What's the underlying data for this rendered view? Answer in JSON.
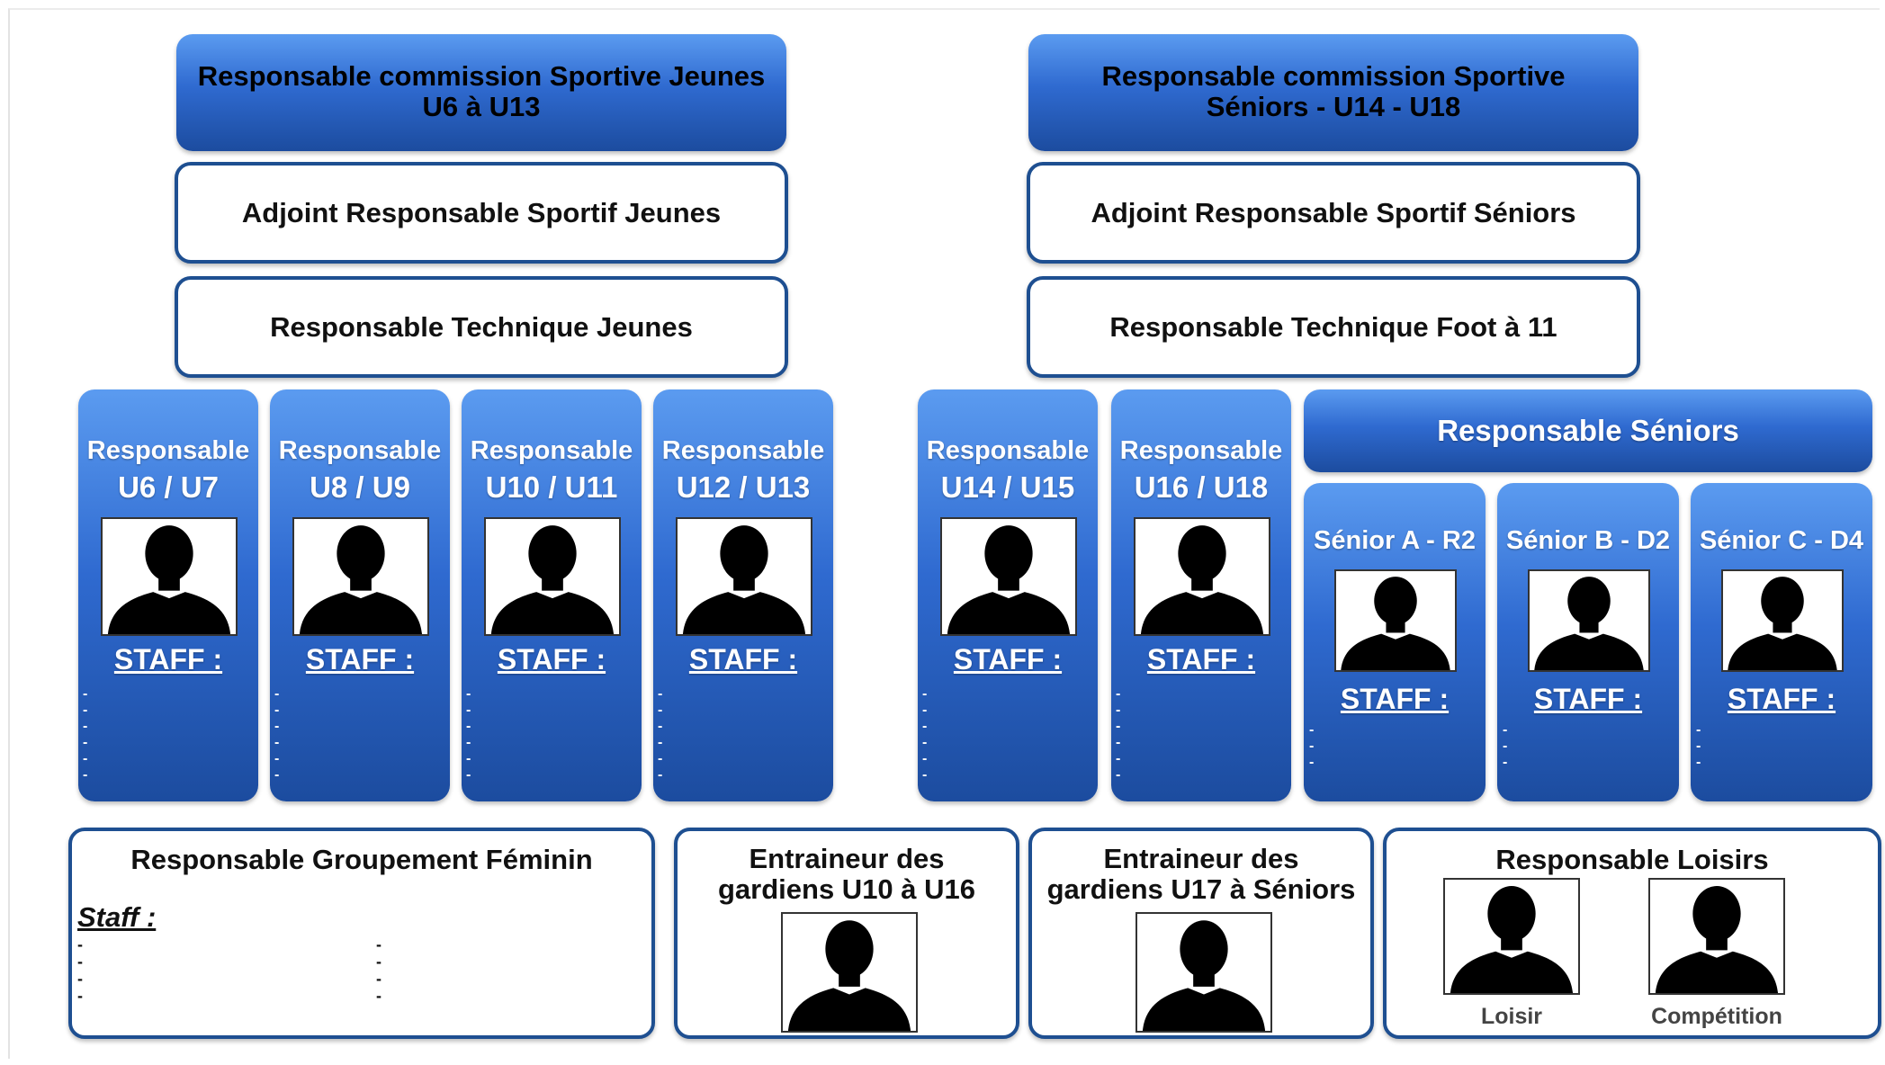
{
  "top": {
    "jeunes_resp": [
      "Responsable commission Sportive Jeunes",
      "U6 à U13"
    ],
    "seniors_resp": [
      "Responsable commission Sportive",
      "Séniors - U14 - U18"
    ],
    "jeunes_adjoint": "Adjoint Responsable Sportif Jeunes",
    "seniors_adjoint": "Adjoint Responsable Sportif Séniors",
    "jeunes_tech": "Responsable Technique Jeunes",
    "seniors_tech": "Responsable Technique Foot à 11"
  },
  "columns": [
    {
      "label": "Responsable",
      "category": "U6 / U7",
      "staff_label": "STAFF :"
    },
    {
      "label": "Responsable",
      "category": "U8 / U9",
      "staff_label": "STAFF :"
    },
    {
      "label": "Responsable",
      "category": "U10 / U11",
      "staff_label": "STAFF :"
    },
    {
      "label": "Responsable",
      "category": "U12 / U13",
      "staff_label": "STAFF :"
    },
    {
      "label": "Responsable",
      "category": "U14 / U15",
      "staff_label": "STAFF :"
    },
    {
      "label": "Responsable",
      "category": "U16 / U18",
      "staff_label": "STAFF :"
    }
  ],
  "seniors_header": "Responsable Séniors",
  "senior_teams": [
    {
      "name": "Sénior A - R2",
      "staff_label": "STAFF :"
    },
    {
      "name": "Sénior B - D2",
      "staff_label": "STAFF :"
    },
    {
      "name": "Sénior C - D4",
      "staff_label": "STAFF :"
    }
  ],
  "bottom": {
    "feminin_title": "Responsable Groupement Féminin",
    "feminin_staff_label": "Staff :",
    "gk1_title": [
      "Entraineur des",
      "gardiens U10 à U16"
    ],
    "gk2_title": [
      "Entraineur des",
      "gardiens U17 à Séniors"
    ],
    "loisirs_title": "Responsable Loisirs",
    "loisirs_captions": [
      "Loisir",
      "Compétition"
    ]
  },
  "dash": "-",
  "icons": {
    "profile": "person-silhouette-icon"
  },
  "colors": {
    "blue_top": "#5b9bf0",
    "blue_bottom": "#1c4c9f",
    "border": "#1e4f91"
  }
}
